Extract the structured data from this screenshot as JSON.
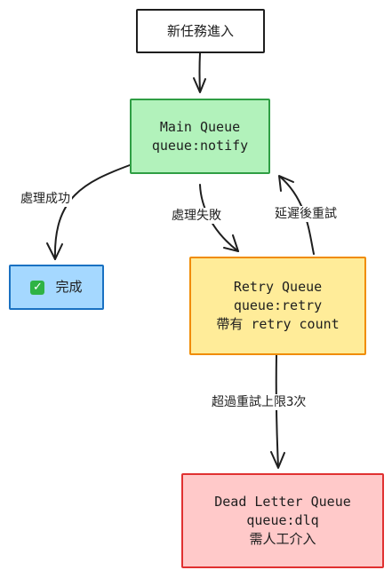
{
  "nodes": {
    "start": {
      "label": "新任務進入"
    },
    "main": {
      "line1": "Main Queue",
      "line2": "queue:notify"
    },
    "done": {
      "label": "完成",
      "icon": "check-mark-icon",
      "icon_color": "#2fb344"
    },
    "retry": {
      "line1": "Retry Queue",
      "line2": "queue:retry",
      "line3": "帶有 retry count"
    },
    "dlq": {
      "line1": "Dead Letter Queue",
      "line2": "queue:dlq",
      "line3": "需人工介入"
    }
  },
  "edges": {
    "success": "處理成功",
    "fail": "處理失敗",
    "retry_back": "延遲後重試",
    "exceed": "超過重試上限3次"
  },
  "colors": {
    "main_fill": "#b2f2bb",
    "main_stroke": "#2f9e44",
    "done_fill": "#a5d8ff",
    "done_stroke": "#1971c2",
    "retry_fill": "#ffec99",
    "retry_stroke": "#f08c00",
    "dlq_fill": "#ffc9c9",
    "dlq_stroke": "#e03131"
  }
}
